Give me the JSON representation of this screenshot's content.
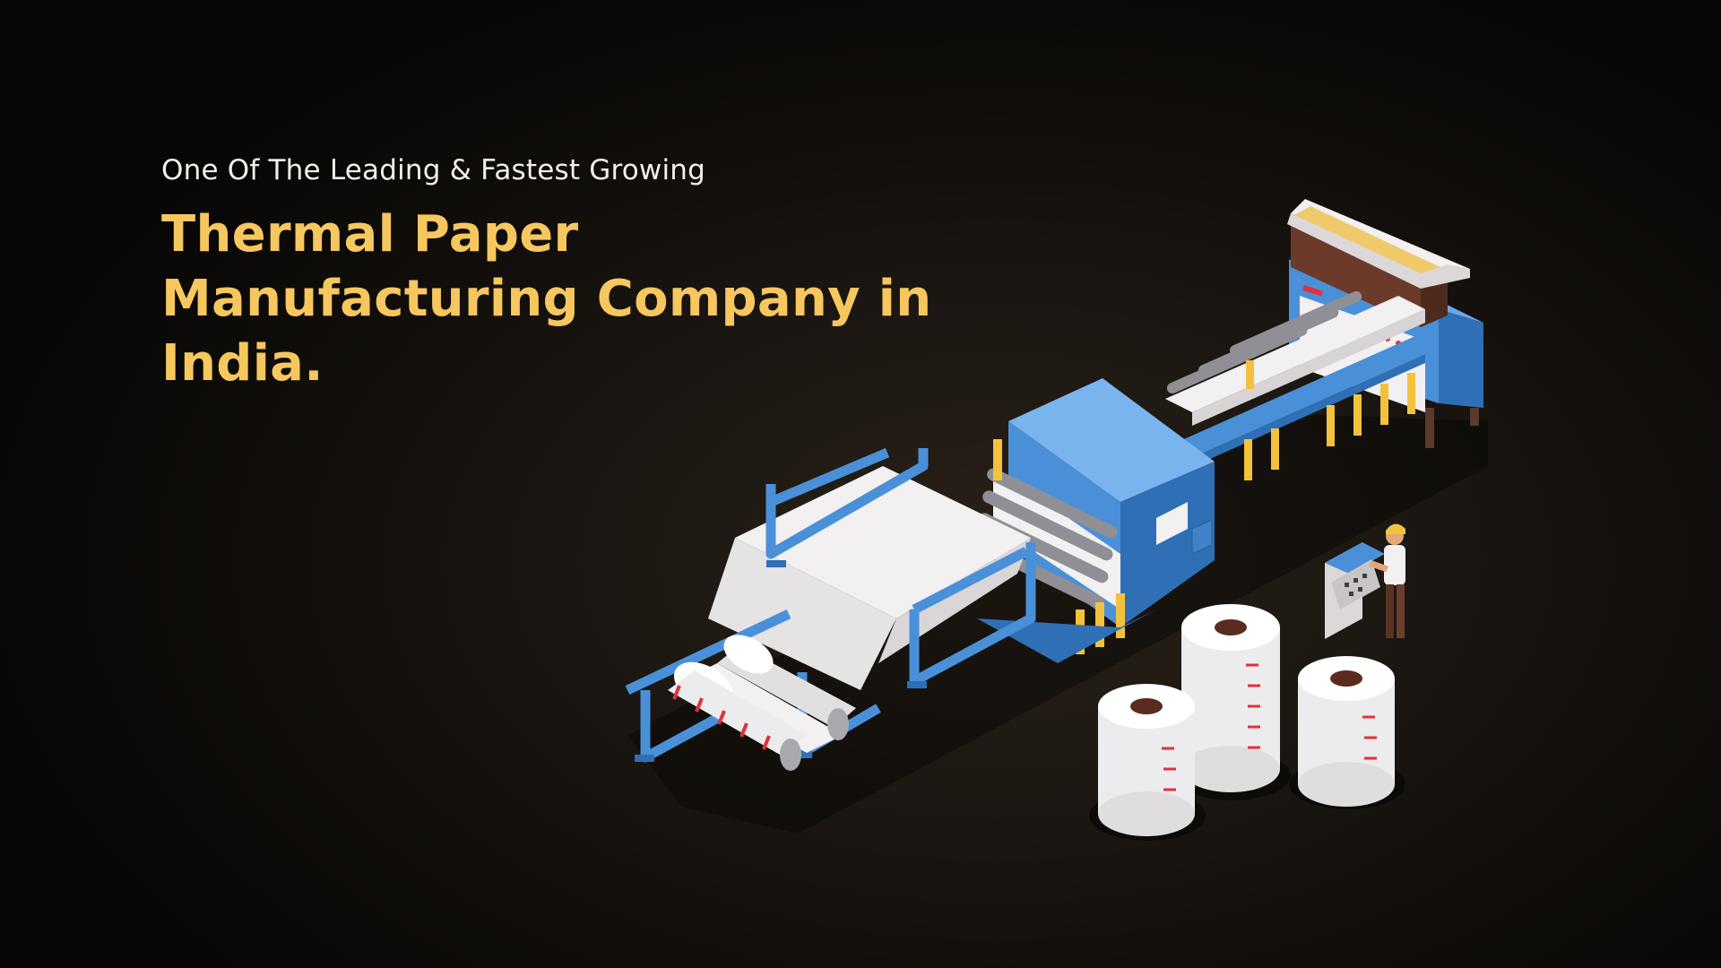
{
  "hero": {
    "subtitle": "One Of The Leading & Fastest Growing",
    "headline_lines": [
      "Thermal Paper",
      "Manufacturing Company in",
      "India."
    ]
  },
  "colors": {
    "background": "#0b0908",
    "subtitle": "#f2efe9",
    "headline": "#f6c75e",
    "machine_blue": "#4a90d9",
    "machine_yellow": "#f3c23d",
    "paper_white": "#f1eff0",
    "roll_mark_red": "#e0323a"
  },
  "illustration": {
    "icon": "paper-manufacturing-machine-illustration"
  }
}
